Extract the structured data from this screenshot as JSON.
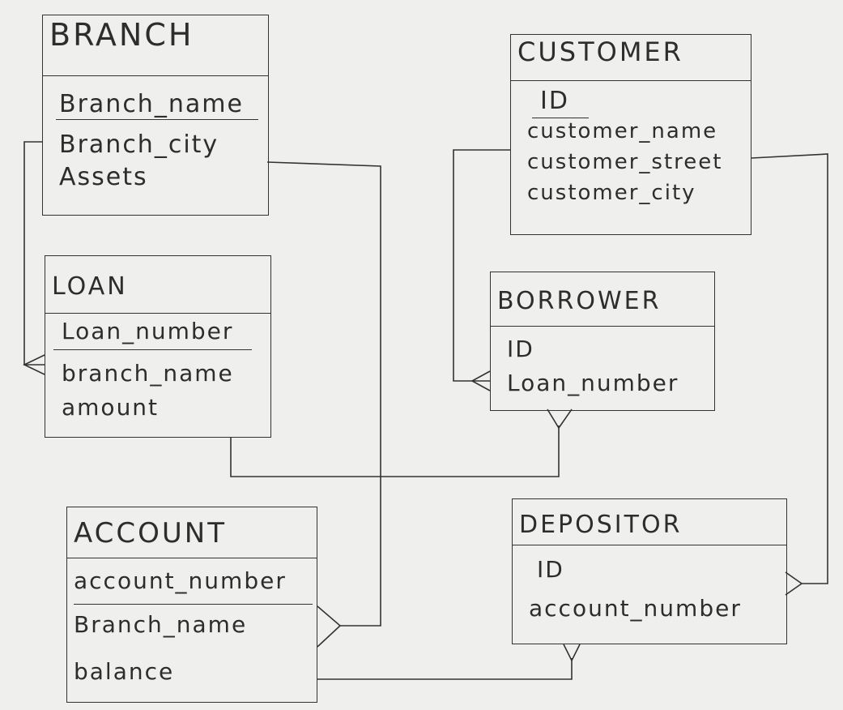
{
  "entities": {
    "branch": {
      "title": "BRANCH",
      "attributes": [
        "Branch_name",
        "Branch_city",
        "Assets"
      ],
      "primary_key": "Branch_name"
    },
    "customer": {
      "title": "CUSTOMER",
      "attributes": [
        "ID",
        "customer_name",
        "customer_street",
        "customer_city"
      ],
      "primary_key": "ID"
    },
    "loan": {
      "title": "LOAN",
      "attributes": [
        "Loan_number",
        "branch_name",
        "amount"
      ],
      "primary_key": "Loan_number"
    },
    "borrower": {
      "title": "BORROWER",
      "attributes": [
        "ID",
        "Loan_number"
      ]
    },
    "account": {
      "title": "ACCOUNT",
      "attributes": [
        "account_number",
        "Branch_name",
        "balance"
      ],
      "primary_key": "account_number"
    },
    "depositor": {
      "title": "DEPOSITOR",
      "attributes": [
        "ID",
        "account_number"
      ]
    }
  }
}
